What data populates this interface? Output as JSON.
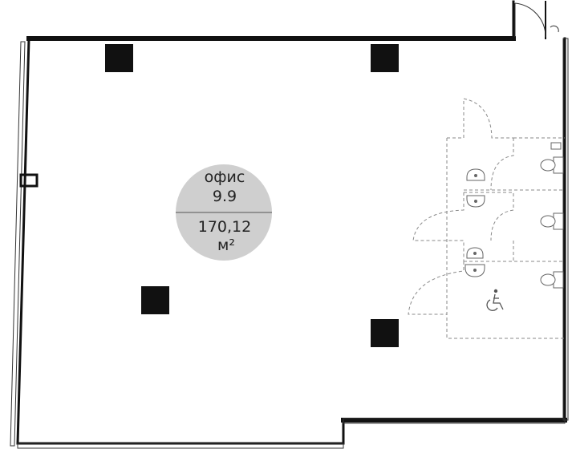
{
  "room": {
    "name": "офис",
    "number": "9.9",
    "area_value": "170,12",
    "area_unit": "м²"
  },
  "colors": {
    "wall": "#111111",
    "label_circle": "#cfcfcf",
    "dashed": "#8a8a8a",
    "fixture": "#666666"
  },
  "icons": [
    "door-icon",
    "column-icon",
    "toilet-icon",
    "sink-icon",
    "wheelchair-icon"
  ]
}
